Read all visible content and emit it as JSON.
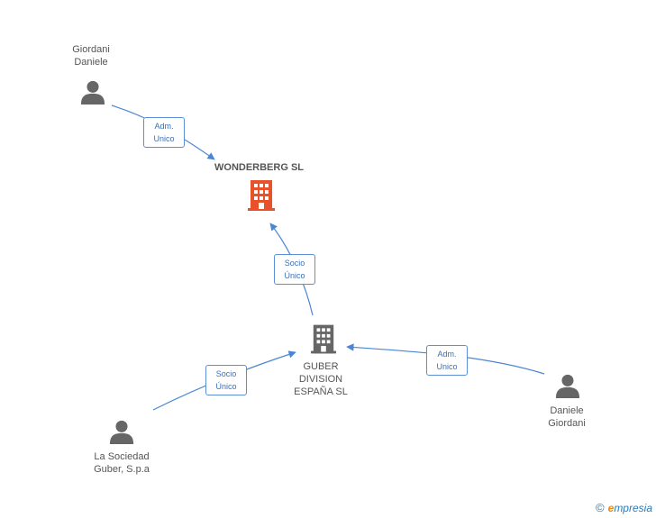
{
  "nodes": {
    "wonderberg": {
      "label": "WONDERBERG SL",
      "type": "company-main",
      "color": "#e8512a"
    },
    "guber_division": {
      "label": "GUBER\nDIVISION\nESPAÑA SL",
      "type": "company",
      "color": "#666666"
    },
    "giordani_daniele": {
      "label": "Giordani\nDaniele",
      "type": "person",
      "color": "#666666"
    },
    "daniele_giordani": {
      "label": "Daniele\nGiordani",
      "type": "person",
      "color": "#666666"
    },
    "la_sociedad": {
      "label": "La Sociedad\nGuber, S.p.a",
      "type": "person",
      "color": "#666666"
    }
  },
  "edges": [
    {
      "from": "giordani_daniele",
      "to": "wonderberg",
      "label": "Adm.\nUnico"
    },
    {
      "from": "guber_division",
      "to": "wonderberg",
      "label": "Socio\nÚnico"
    },
    {
      "from": "la_sociedad",
      "to": "guber_division",
      "label": "Socio\nÚnico"
    },
    {
      "from": "daniele_giordani",
      "to": "guber_division",
      "label": "Adm.\nUnico"
    }
  ],
  "edge_color": "#4a86d4",
  "brand": {
    "copyright": "©",
    "e": "e",
    "rest": "mpresia"
  }
}
